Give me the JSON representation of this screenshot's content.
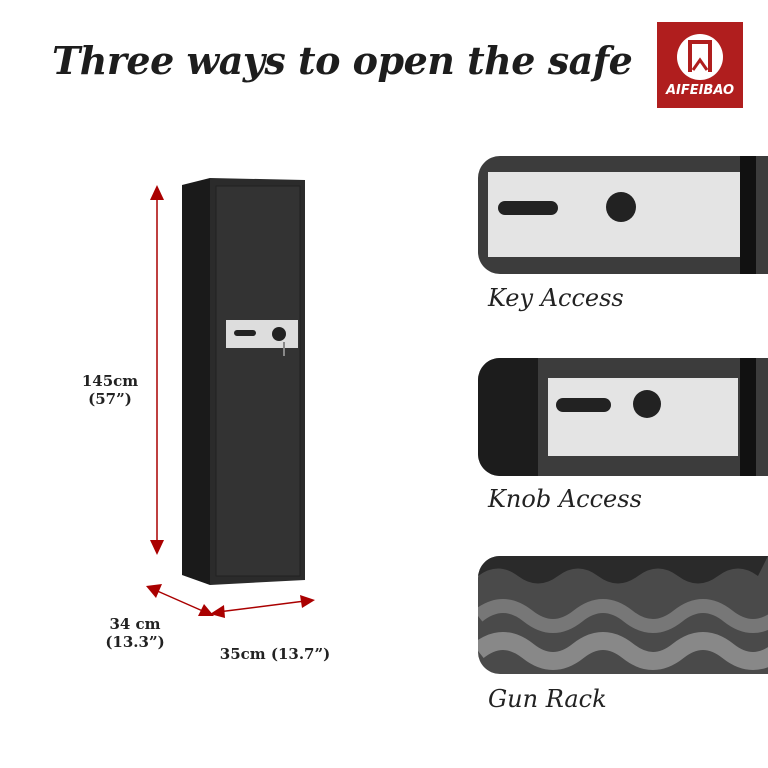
{
  "title": "Three ways to open the safe",
  "brand": {
    "name": "AIFEIBAO",
    "color": "#b01e1e"
  },
  "dimensions": {
    "height": "145cm",
    "height_in": "(57”)",
    "depth": "34 cm",
    "depth_in": "(13.3”)",
    "width": "35cm (13.7”)"
  },
  "features": [
    {
      "label": "Key Access"
    },
    {
      "label": "Knob Access"
    },
    {
      "label": "Gun Rack"
    }
  ]
}
